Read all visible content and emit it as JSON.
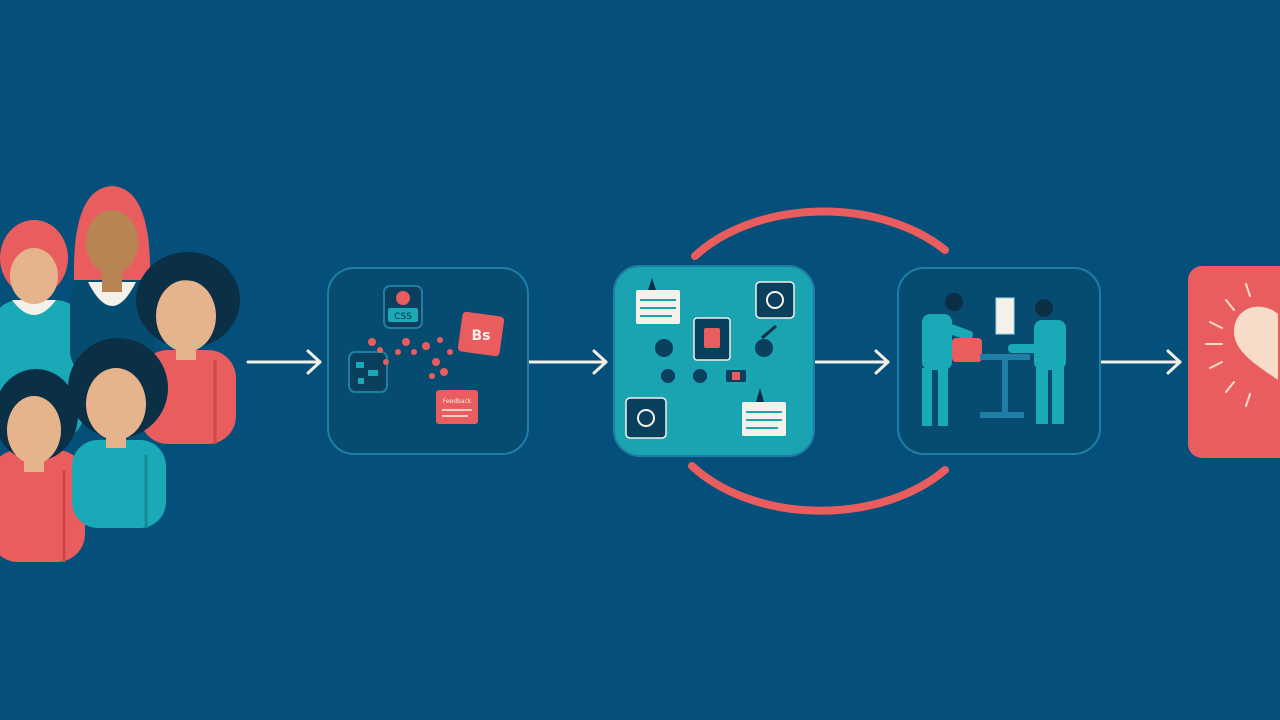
{
  "colors": {
    "background": "#054f7b",
    "card_dark": "#064b70",
    "card_border": "#1e7ea6",
    "teal": "#1aa9b7",
    "teal_card": "#1aa3b0",
    "coral": "#ea5d5e",
    "skin": "#e6b48c",
    "skin_dark": "#b88552",
    "hair": "#0b2f44",
    "white": "#f4f1ea",
    "arrow": "#f2efe8"
  },
  "flow": {
    "steps": [
      {
        "id": "people",
        "icon": "people-group-icon"
      },
      {
        "id": "collect",
        "icon": "scattered-data-icon"
      },
      {
        "id": "analyze",
        "icon": "analysis-board-icon"
      },
      {
        "id": "build",
        "icon": "workers-icon"
      },
      {
        "id": "care",
        "icon": "heart-icon"
      }
    ],
    "connectors": 4,
    "cycle": "loop-ring-icon"
  },
  "texts": {
    "badge_collect": "CSS",
    "tag_collect": "Bs",
    "note_collect": "Feedback"
  }
}
